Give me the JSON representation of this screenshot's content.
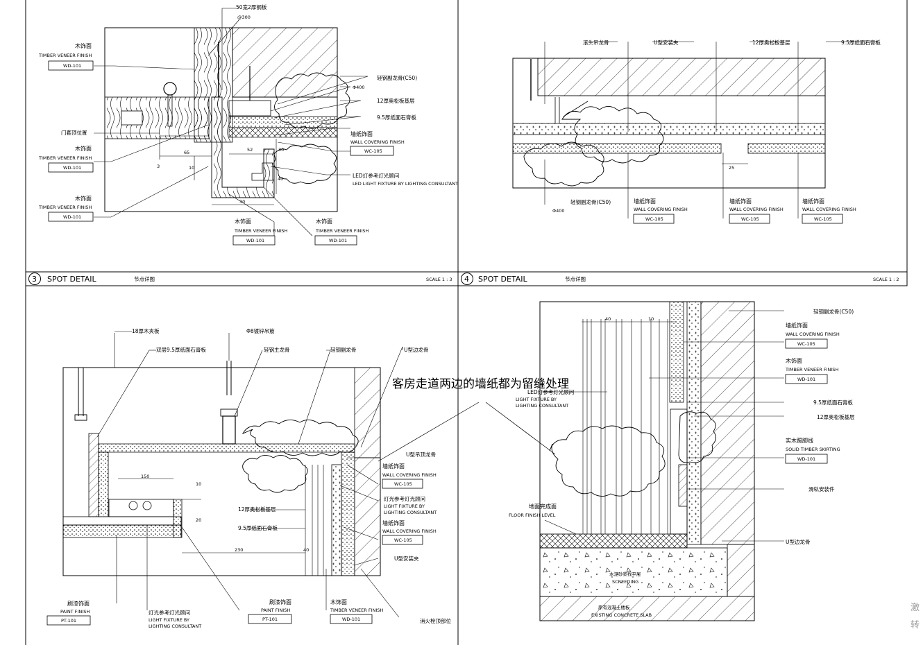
{
  "titles": {
    "panel3": {
      "num": "3",
      "name": "SPOT DETAIL",
      "cn": "节点详图",
      "scale": "SCALE 1 : 3"
    },
    "panel4": {
      "num": "4",
      "name": "SPOT DETAIL",
      "cn": "节点详图",
      "scale": "SCALE 1 : 2"
    }
  },
  "note": "客房走道两边的墙纸都为留缝处理",
  "side_text": [
    "激",
    "转"
  ],
  "labels": {
    "timber_cn": "木饰面",
    "timber_en": "TIMBER VENEER FINISH",
    "wall_cn": "墙纸饰面",
    "wall_en": "WALL COVERING FINISH",
    "paint_cn": "刷漆饰面",
    "paint_cn2": "刷漆饰面",
    "paint_en": "PAINT FINISH",
    "led_cn": "LED灯参考灯光顾问",
    "led_en": "LED LIGHT FIXTURE BY LIGHTING CONSULTANT",
    "light_cn": "灯光参考灯光顾问",
    "light_en1": "LIGHT FIXTURE BY",
    "light_en2": "LIGHTING CONSULTANT",
    "floor_cn": "地面完成面",
    "floor_en": "FLOOR FINISH LEVEL",
    "skirting_cn": "实木踢脚线",
    "skirting_en": "SOLID TIMBER SKIRTING",
    "screed_cn": "水泥砂浆找平层",
    "screed_en": "SCREEDING",
    "slab_cn": "原有混凝土楼板",
    "slab_en": "EXISTING CONCRETE SLAB",
    "door_cn": "门套顶位置",
    "steel_cn": "50宽2厚钢板",
    "steel_spacing": "@300",
    "keel_cn": "轻钢副龙骨(C50)",
    "keel_cn2": "轻钢主龙骨",
    "keel_cn3": "轻钢副龙骨",
    "phi400": "Φ400",
    "board12": "12厚奥松板基层",
    "board95": "9.5厚纸面石膏板",
    "board95b": "双层9.5厚纸面石膏板",
    "board18": "18厚木夹板",
    "hook": "U型安装夹",
    "wire": "滚头吊龙骨",
    "rod": "Φ8镀锌吊筋",
    "u_keel": "U型边龙骨",
    "u_keel2": "U型边龙骨",
    "u_clip": "U型安装夹",
    "u_hang": "U型吊顶龙骨",
    "slot": "滑轨安装件",
    "sprinkler": "消火栓顶部位",
    "keel_c50": "轻钢副龙骨(C50)"
  },
  "codes": {
    "wd": "WD-101",
    "wc": "WC-105",
    "pt": "PT-101"
  },
  "dims": {
    "p1": [
      "65",
      "3",
      "10",
      "52",
      "30",
      "40",
      "30"
    ],
    "p2": [
      "25"
    ],
    "p3": [
      "150",
      "10",
      "20",
      "230",
      "40"
    ],
    "p4": [
      "40",
      "10"
    ]
  }
}
